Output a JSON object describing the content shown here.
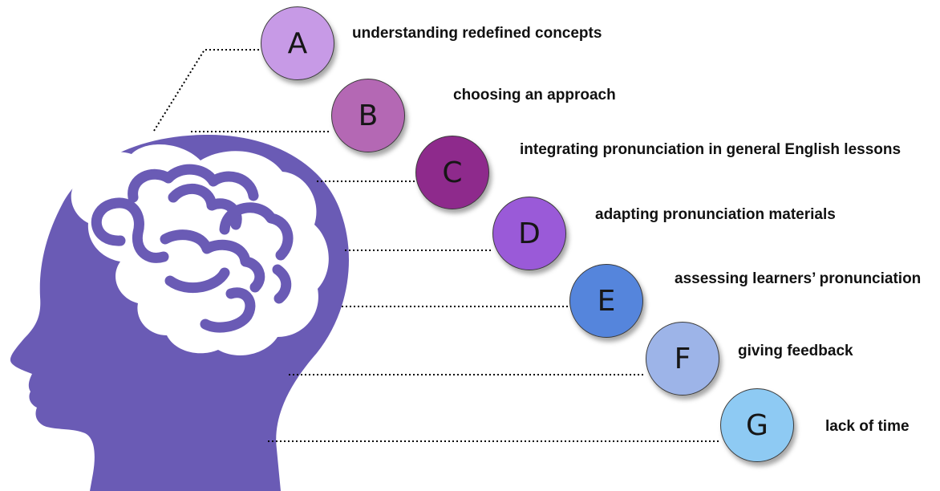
{
  "colors": {
    "head": "#6a5bb5",
    "brain": "#ffffff",
    "connector": "#000000"
  },
  "items": [
    {
      "letter": "A",
      "label": "understanding redefined concepts",
      "color": "#c79ae6"
    },
    {
      "letter": "B",
      "label": "choosing an approach",
      "color": "#b468b4"
    },
    {
      "letter": "C",
      "label": "integrating pronunciation in general English lessons",
      "color": "#8e2a8c"
    },
    {
      "letter": "D",
      "label": "adapting pronunciation materials",
      "color": "#9a5ad8"
    },
    {
      "letter": "E",
      "label": "assessing learners’ pronunciation",
      "color": "#5585dc"
    },
    {
      "letter": "F",
      "label": "giving feedback",
      "color": "#9db4e8"
    },
    {
      "letter": "G",
      "label": "lack of time",
      "color": "#8ecaf3"
    }
  ]
}
